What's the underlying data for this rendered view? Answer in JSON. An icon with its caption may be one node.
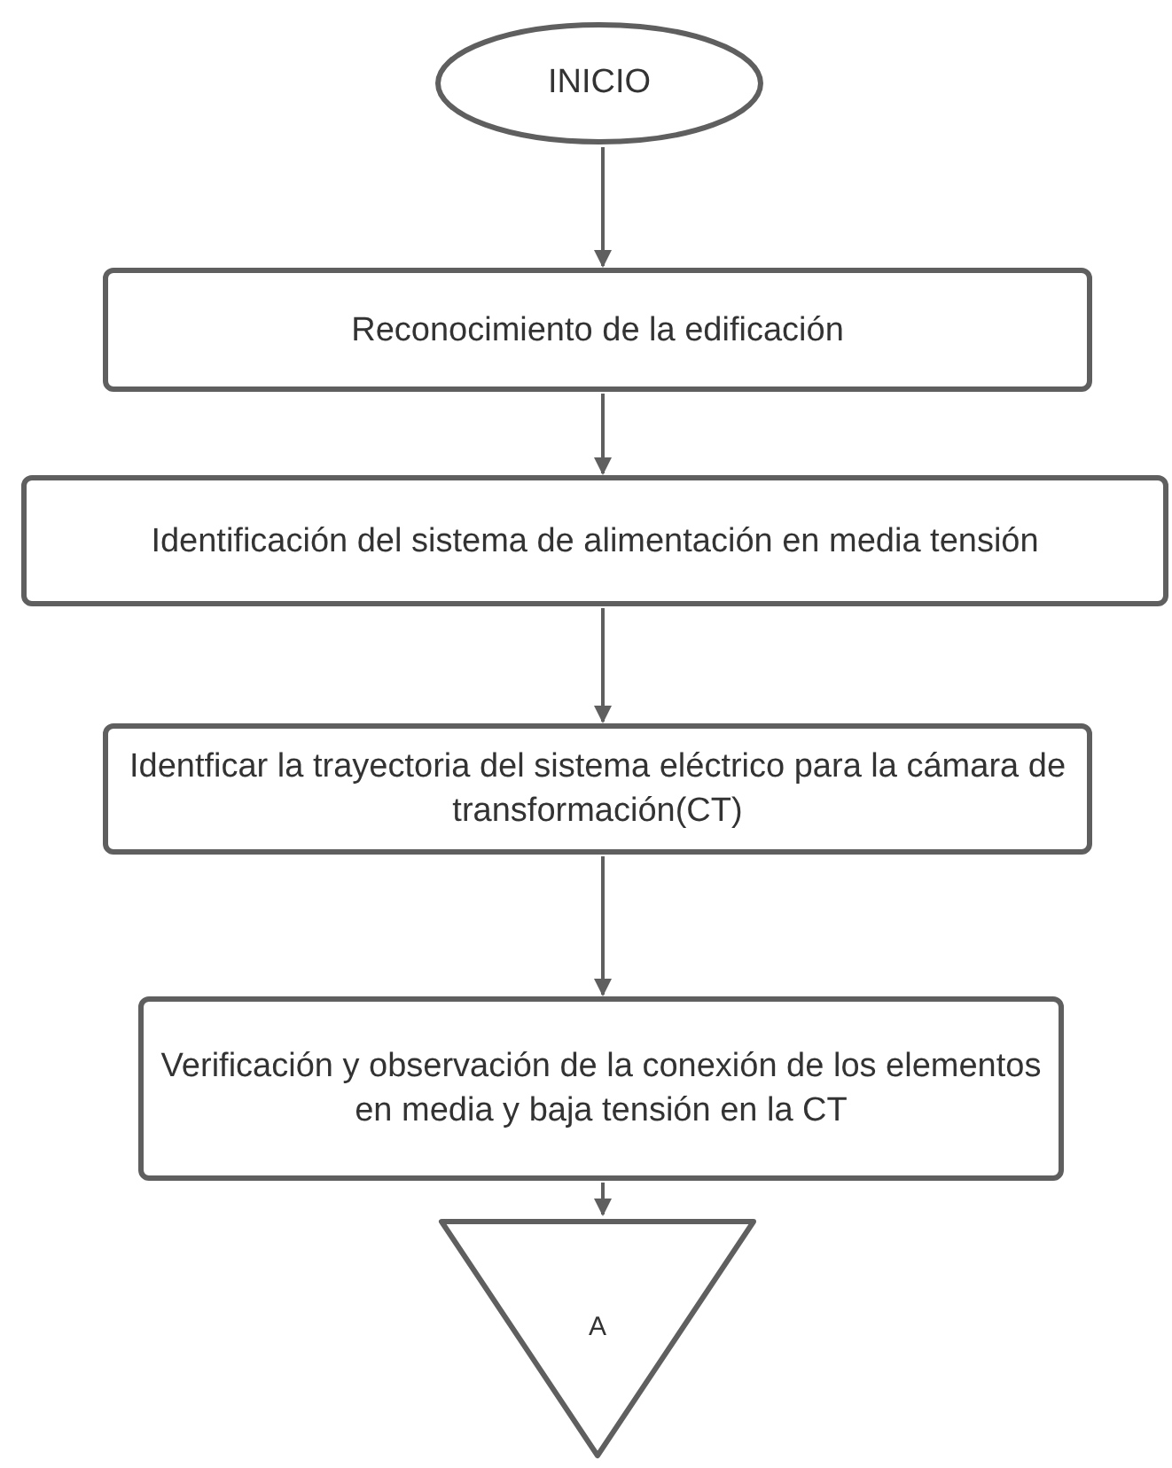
{
  "diagram": {
    "nodes": [
      {
        "text": [
          "INICIO"
        ]
      },
      {
        "text": [
          "Reconocimiento de la edificación"
        ]
      },
      {
        "text": [
          "Identificación del sistema de alimentación en media tensión"
        ]
      },
      {
        "text": [
          "Identficar la trayectoria del sistema eléctrico para la cámara de transformación(CT)"
        ]
      },
      {
        "text": [
          "Verificación y observación de la conexión de los elementos en media y baja tensión en la CT"
        ]
      },
      {
        "text": [
          "A"
        ]
      }
    ],
    "edges": [
      {
        "from": 0,
        "to": 1,
        "arrow": "to"
      },
      {
        "from": 1,
        "to": 2,
        "arrow": "to"
      },
      {
        "from": 2,
        "to": 3,
        "arrow": "to"
      },
      {
        "from": 3,
        "to": 4,
        "arrow": "to"
      },
      {
        "from": 4,
        "to": 5,
        "arrow": "to"
      }
    ]
  }
}
